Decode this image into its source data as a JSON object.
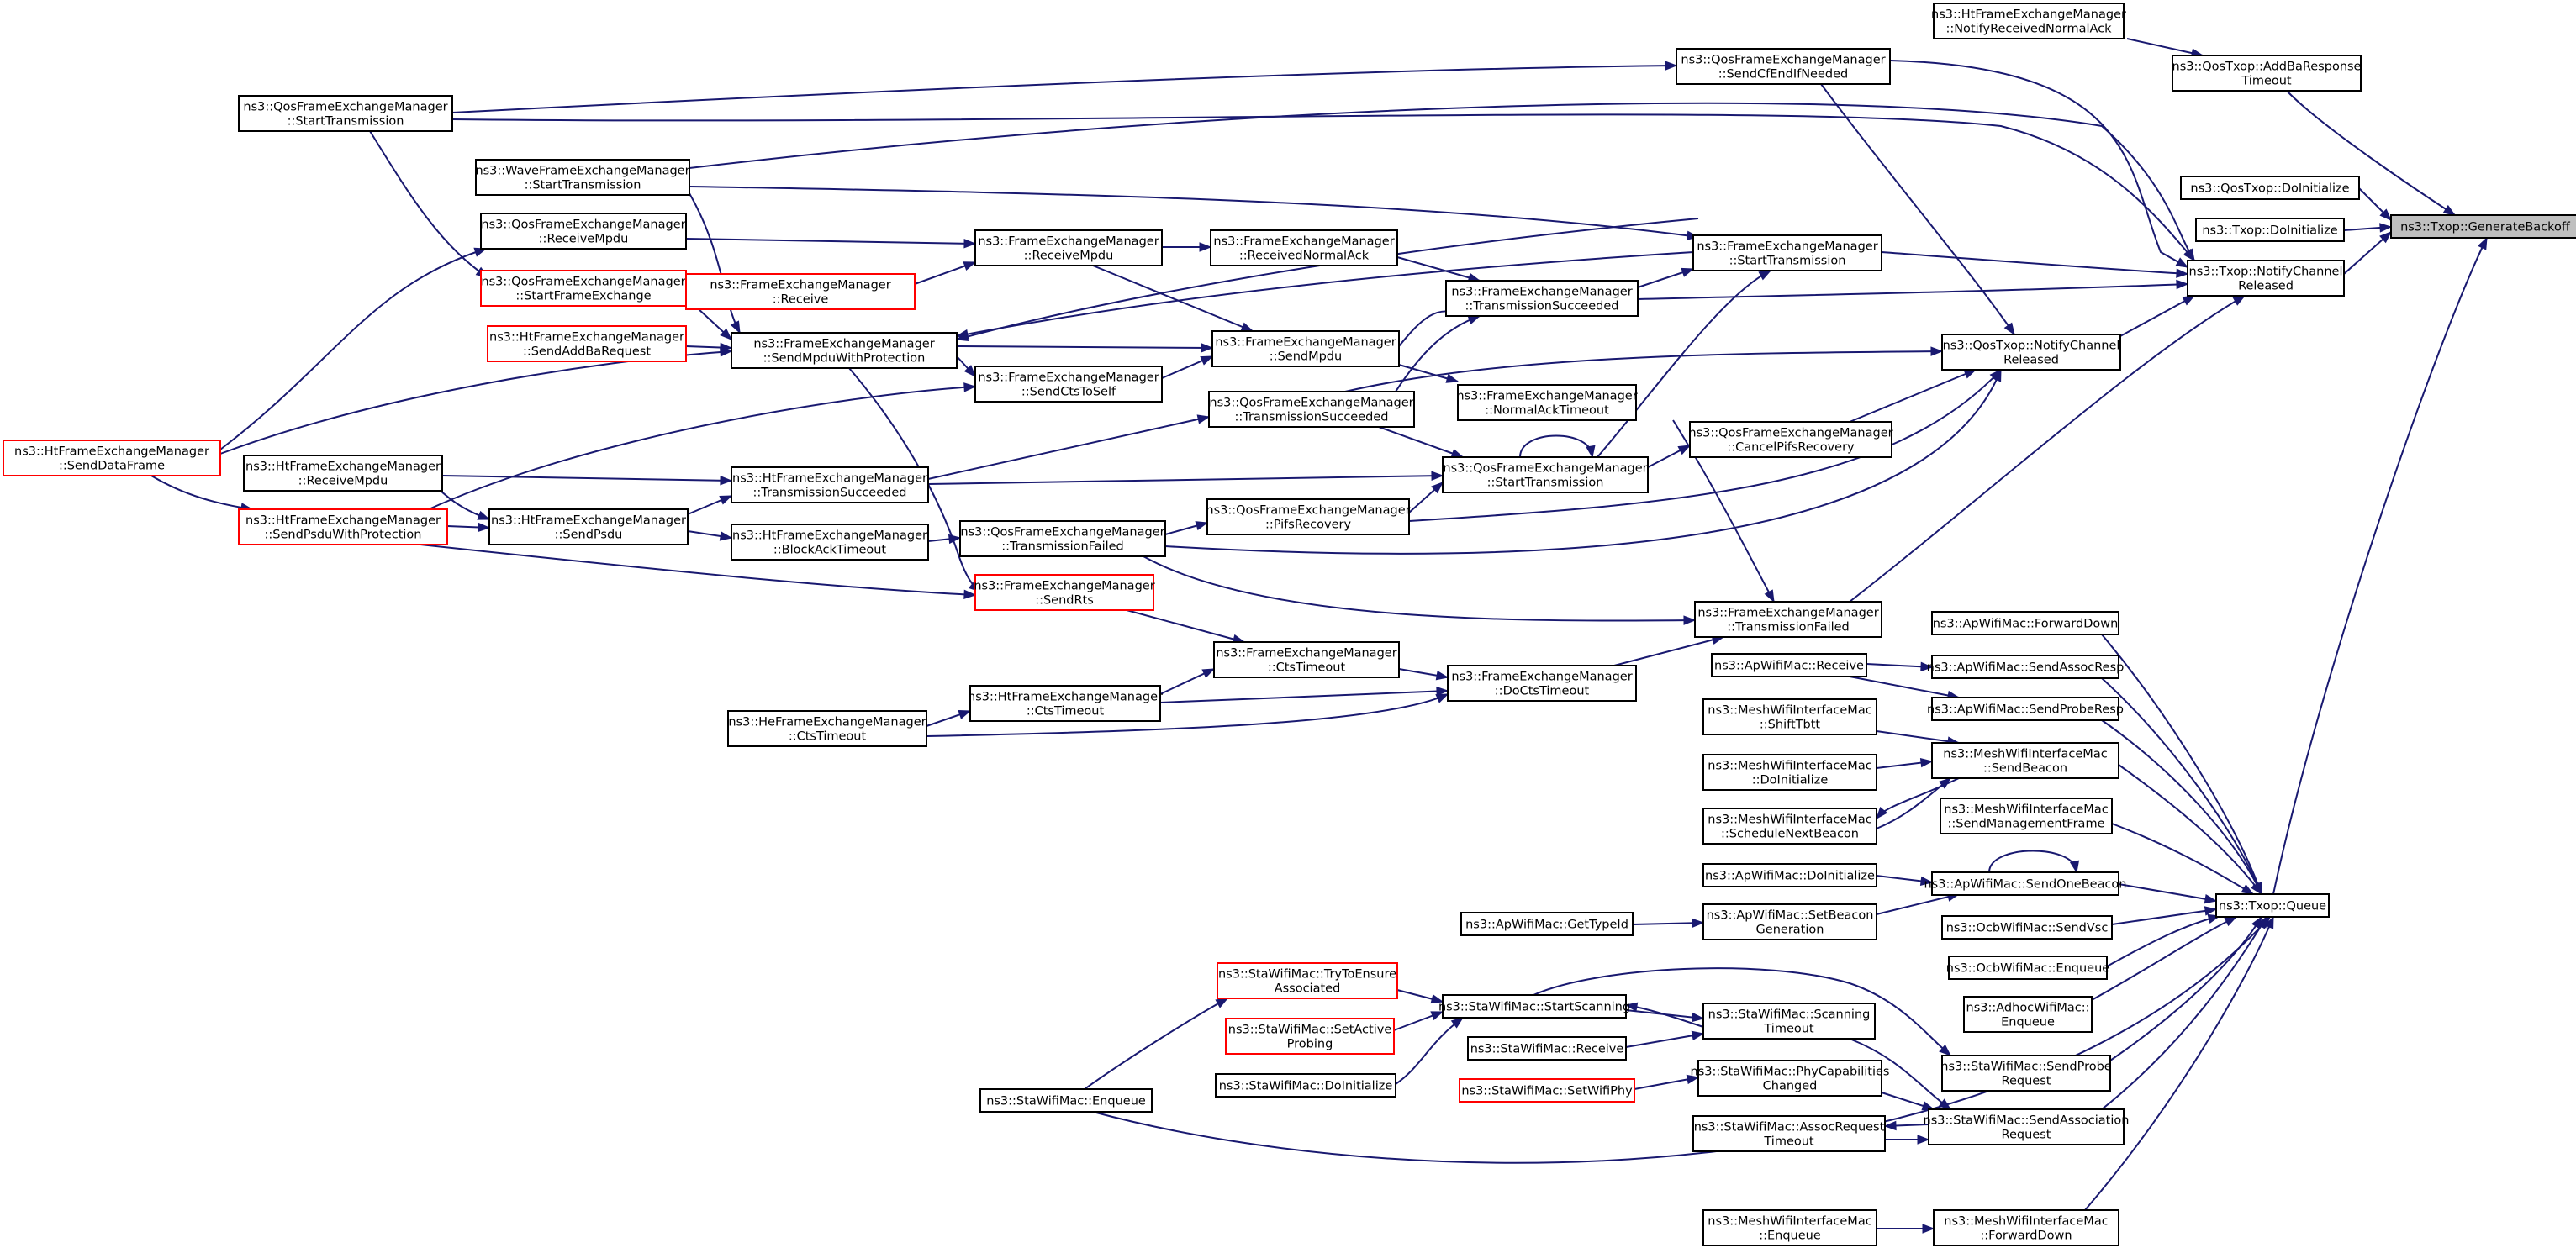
{
  "graph": {
    "focus": "ns3::Txop::GenerateBackoff",
    "nodes": [
      {
        "id": "gen",
        "lines": [
          "ns3::Txop::GenerateBackoff"
        ],
        "style": "focus"
      },
      {
        "id": "ht_nrna",
        "lines": [
          "ns3::HtFrameExchangeManager",
          "::NotifyReceivedNormalAck"
        ]
      },
      {
        "id": "qt_abrt",
        "lines": [
          "ns3::QosTxop::AddBaResponse",
          "Timeout"
        ]
      },
      {
        "id": "qt_doinit",
        "lines": [
          "ns3::QosTxop::DoInitialize"
        ]
      },
      {
        "id": "tx_doinit",
        "lines": [
          "ns3::Txop::DoInitialize"
        ]
      },
      {
        "id": "tx_ncr",
        "lines": [
          "ns3::Txop::NotifyChannel",
          "Released"
        ]
      },
      {
        "id": "qt_ncr",
        "lines": [
          "ns3::QosTxop::NotifyChannel",
          "Released"
        ]
      },
      {
        "id": "txq",
        "lines": [
          "ns3::Txop::Queue"
        ]
      },
      {
        "id": "q_cfend",
        "lines": [
          "ns3::QosFrameExchangeManager",
          "::SendCfEndIfNeeded"
        ]
      },
      {
        "id": "q_start",
        "lines": [
          "ns3::QosFrameExchangeManager",
          "::StartTransmission"
        ]
      },
      {
        "id": "w_start",
        "lines": [
          "ns3::WaveFrameExchangeManager",
          "::StartTransmission"
        ]
      },
      {
        "id": "q_rmpdu",
        "lines": [
          "ns3::QosFrameExchangeManager",
          "::ReceiveMpdu"
        ]
      },
      {
        "id": "q_sfe",
        "lines": [
          "ns3::QosFrameExchangeManager",
          "::StartFrameExchange"
        ],
        "style": "red"
      },
      {
        "id": "h_saddba",
        "lines": [
          "ns3::HtFrameExchangeManager",
          "::SendAddBaRequest"
        ],
        "style": "red"
      },
      {
        "id": "h_sdf",
        "lines": [
          "ns3::HtFrameExchangeManager",
          "::SendDataFrame"
        ],
        "style": "red"
      },
      {
        "id": "h_rmpdu",
        "lines": [
          "ns3::HtFrameExchangeManager",
          "::ReceiveMpdu"
        ]
      },
      {
        "id": "h_spwp",
        "lines": [
          "ns3::HtFrameExchangeManager",
          "::SendPsduWithProtection"
        ],
        "style": "red"
      },
      {
        "id": "h_spsdu",
        "lines": [
          "ns3::HtFrameExchangeManager",
          "::SendPsdu"
        ]
      },
      {
        "id": "f_recv",
        "lines": [
          "ns3::FrameExchangeManager",
          "::Receive"
        ],
        "style": "red"
      },
      {
        "id": "f_smwp",
        "lines": [
          "ns3::FrameExchangeManager",
          "::SendMpduWithProtection"
        ]
      },
      {
        "id": "h_ts",
        "lines": [
          "ns3::HtFrameExchangeManager",
          "::TransmissionSucceeded"
        ]
      },
      {
        "id": "h_bat",
        "lines": [
          "ns3::HtFrameExchangeManager",
          "::BlockAckTimeout"
        ]
      },
      {
        "id": "he_cts",
        "lines": [
          "ns3::HeFrameExchangeManager",
          "::CtsTimeout"
        ]
      },
      {
        "id": "f_rmpdu",
        "lines": [
          "ns3::FrameExchangeManager",
          "::ReceiveMpdu"
        ]
      },
      {
        "id": "f_scts",
        "lines": [
          "ns3::FrameExchangeManager",
          "::SendCtsToSelf"
        ]
      },
      {
        "id": "q_tf",
        "lines": [
          "ns3::QosFrameExchangeManager",
          "::TransmissionFailed"
        ]
      },
      {
        "id": "f_srts",
        "lines": [
          "ns3::FrameExchangeManager",
          "::SendRts"
        ],
        "style": "red"
      },
      {
        "id": "h_cts",
        "lines": [
          "ns3::HtFrameExchangeManager",
          "::CtsTimeout"
        ]
      },
      {
        "id": "f_rna",
        "lines": [
          "ns3::FrameExchangeManager",
          "::ReceivedNormalAck"
        ]
      },
      {
        "id": "f_smpdu",
        "lines": [
          "ns3::FrameExchangeManager",
          "::SendMpdu"
        ]
      },
      {
        "id": "q_ts",
        "lines": [
          "ns3::QosFrameExchangeManager",
          "::TransmissionSucceeded"
        ]
      },
      {
        "id": "q_pifs",
        "lines": [
          "ns3::QosFrameExchangeManager",
          "::PifsRecovery"
        ]
      },
      {
        "id": "f_cts",
        "lines": [
          "ns3::FrameExchangeManager",
          "::CtsTimeout"
        ]
      },
      {
        "id": "f_ts",
        "lines": [
          "ns3::FrameExchangeManager",
          "::TransmissionSucceeded"
        ]
      },
      {
        "id": "f_nat",
        "lines": [
          "ns3::FrameExchangeManager",
          "::NormalAckTimeout"
        ]
      },
      {
        "id": "q_st2",
        "lines": [
          "ns3::QosFrameExchangeManager",
          "::StartTransmission"
        ]
      },
      {
        "id": "f_dcts",
        "lines": [
          "ns3::FrameExchangeManager",
          "::DoCtsTimeout"
        ]
      },
      {
        "id": "f_st",
        "lines": [
          "ns3::FrameExchangeManager",
          "::StartTransmission"
        ]
      },
      {
        "id": "q_cpr",
        "lines": [
          "ns3::QosFrameExchangeManager",
          "::CancelPifsRecovery"
        ]
      },
      {
        "id": "f_tf",
        "lines": [
          "ns3::FrameExchangeManager",
          "::TransmissionFailed"
        ]
      },
      {
        "id": "ap_recv",
        "lines": [
          "ns3::ApWifiMac::Receive"
        ]
      },
      {
        "id": "ap_fd",
        "lines": [
          "ns3::ApWifiMac::ForwardDown"
        ]
      },
      {
        "id": "ap_sar",
        "lines": [
          "ns3::ApWifiMac::SendAssocResp"
        ]
      },
      {
        "id": "ap_spr",
        "lines": [
          "ns3::ApWifiMac::SendProbeResp"
        ]
      },
      {
        "id": "m_stbtt",
        "lines": [
          "ns3::MeshWifiInterfaceMac",
          "::ShiftTbtt"
        ]
      },
      {
        "id": "m_doinit",
        "lines": [
          "ns3::MeshWifiInterfaceMac",
          "::DoInitialize"
        ]
      },
      {
        "id": "m_snb",
        "lines": [
          "ns3::MeshWifiInterfaceMac",
          "::ScheduleNextBeacon"
        ]
      },
      {
        "id": "m_sb",
        "lines": [
          "ns3::MeshWifiInterfaceMac",
          "::SendBeacon"
        ]
      },
      {
        "id": "m_smf",
        "lines": [
          "ns3::MeshWifiInterfaceMac",
          "::SendManagementFrame"
        ]
      },
      {
        "id": "ap_doinit",
        "lines": [
          "ns3::ApWifiMac::DoInitialize"
        ]
      },
      {
        "id": "ap_sob",
        "lines": [
          "ns3::ApWifiMac::SendOneBeacon"
        ]
      },
      {
        "id": "ap_gti",
        "lines": [
          "ns3::ApWifiMac::GetTypeId"
        ]
      },
      {
        "id": "ap_sbg",
        "lines": [
          "ns3::ApWifiMac::SetBeacon",
          "Generation"
        ]
      },
      {
        "id": "ocb_vsc",
        "lines": [
          "ns3::OcbWifiMac::SendVsc"
        ]
      },
      {
        "id": "ocb_enq",
        "lines": [
          "ns3::OcbWifiMac::Enqueue"
        ]
      },
      {
        "id": "adhoc_enq",
        "lines": [
          "ns3::AdhocWifiMac::",
          "Enqueue"
        ]
      },
      {
        "id": "sta_ttea",
        "lines": [
          "ns3::StaWifiMac::TryToEnsure",
          "Associated"
        ],
        "style": "red"
      },
      {
        "id": "sta_sap",
        "lines": [
          "ns3::StaWifiMac::SetActive",
          "Probing"
        ],
        "style": "red"
      },
      {
        "id": "sta_doinit",
        "lines": [
          "ns3::StaWifiMac::DoInitialize"
        ]
      },
      {
        "id": "sta_ss",
        "lines": [
          "ns3::StaWifiMac::StartScanning"
        ]
      },
      {
        "id": "sta_recv",
        "lines": [
          "ns3::StaWifiMac::Receive"
        ]
      },
      {
        "id": "sta_st",
        "lines": [
          "ns3::StaWifiMac::Scanning",
          "Timeout"
        ]
      },
      {
        "id": "sta_swp",
        "lines": [
          "ns3::StaWifiMac::SetWifiPhy"
        ],
        "style": "red"
      },
      {
        "id": "sta_pcc",
        "lines": [
          "ns3::StaWifiMac::PhyCapabilities",
          "Changed"
        ]
      },
      {
        "id": "sta_art",
        "lines": [
          "ns3::StaWifiMac::AssocRequest",
          "Timeout"
        ]
      },
      {
        "id": "sta_spr",
        "lines": [
          "ns3::StaWifiMac::SendProbe",
          "Request"
        ]
      },
      {
        "id": "sta_sar",
        "lines": [
          "ns3::StaWifiMac::SendAssociation",
          "Request"
        ]
      },
      {
        "id": "sta_enq",
        "lines": [
          "ns3::StaWifiMac::Enqueue"
        ]
      },
      {
        "id": "m_enq",
        "lines": [
          "ns3::MeshWifiInterfaceMac",
          "::Enqueue"
        ]
      },
      {
        "id": "m_fd",
        "lines": [
          "ns3::MeshWifiInterfaceMac",
          "::ForwardDown"
        ]
      }
    ],
    "edges": [
      {
        "from": "ht_nrna",
        "to": "qt_abrt"
      },
      {
        "from": "qt_abrt",
        "to": "gen"
      },
      {
        "from": "qt_doinit",
        "to": "gen"
      },
      {
        "from": "tx_doinit",
        "to": "gen"
      },
      {
        "from": "tx_ncr",
        "to": "gen"
      },
      {
        "from": "txq",
        "to": "gen"
      },
      {
        "from": "q_start",
        "to": "q_cfend"
      },
      {
        "from": "q_cfend",
        "to": "tx_ncr"
      },
      {
        "from": "q_cfend",
        "to": "qt_ncr"
      },
      {
        "from": "q_start",
        "to": "tx_ncr"
      },
      {
        "from": "w_start",
        "to": "tx_ncr"
      },
      {
        "from": "w_start",
        "to": "f_st"
      },
      {
        "from": "w_start",
        "to": "f_smwp"
      },
      {
        "from": "q_start",
        "to": "q_sfe"
      },
      {
        "from": "h_sdf",
        "to": "q_rmpdu"
      },
      {
        "from": "q_rmpdu",
        "to": "f_rmpdu"
      },
      {
        "from": "f_recv",
        "to": "f_rmpdu"
      },
      {
        "from": "q_sfe",
        "to": "f_smwp"
      },
      {
        "from": "h_saddba",
        "to": "f_smwp"
      },
      {
        "from": "h_sdf",
        "to": "f_smwp"
      },
      {
        "from": "h_sdf",
        "to": "h_spwp"
      },
      {
        "from": "h_rmpdu",
        "to": "h_spsdu"
      },
      {
        "from": "h_spwp",
        "to": "h_spsdu"
      },
      {
        "from": "h_spsdu",
        "to": "h_bat"
      },
      {
        "from": "h_spsdu",
        "to": "h_ts"
      },
      {
        "from": "h_rmpdu",
        "to": "h_ts"
      },
      {
        "from": "f_smwp",
        "to": "f_smpdu"
      },
      {
        "from": "f_smwp",
        "to": "f_scts"
      },
      {
        "from": "f_smwp",
        "to": "f_srts"
      },
      {
        "from": "f_st",
        "to": "f_smwp"
      },
      {
        "from": "f_scts",
        "to": "f_smpdu"
      },
      {
        "from": "h_spwp",
        "to": "f_scts"
      },
      {
        "from": "h_ts",
        "to": "q_ts"
      },
      {
        "from": "h_ts",
        "to": "q_st2"
      },
      {
        "from": "h_bat",
        "to": "q_tf"
      },
      {
        "from": "q_tf",
        "to": "q_pifs"
      },
      {
        "from": "q_tf",
        "to": "qt_ncr"
      },
      {
        "from": "h_spwp",
        "to": "f_srts"
      },
      {
        "from": "f_srts",
        "to": "f_cts"
      },
      {
        "from": "he_cts",
        "to": "h_cts"
      },
      {
        "from": "h_cts",
        "to": "f_cts"
      },
      {
        "from": "he_cts",
        "to": "f_dcts"
      },
      {
        "from": "h_cts",
        "to": "f_dcts"
      },
      {
        "from": "f_cts",
        "to": "f_dcts"
      },
      {
        "from": "f_rmpdu",
        "to": "f_rna"
      },
      {
        "from": "f_rmpdu",
        "to": "f_smpdu"
      },
      {
        "from": "f_rna",
        "to": "f_ts"
      },
      {
        "from": "f_smpdu",
        "to": "f_ts"
      },
      {
        "from": "f_smpdu",
        "to": "f_nat"
      },
      {
        "from": "q_ts",
        "to": "f_ts"
      },
      {
        "from": "q_ts",
        "to": "qt_ncr"
      },
      {
        "from": "q_ts",
        "to": "q_st2"
      },
      {
        "from": "f_ts",
        "to": "f_st"
      },
      {
        "from": "f_ts",
        "to": "tx_ncr"
      },
      {
        "from": "q_pifs",
        "to": "q_st2"
      },
      {
        "from": "q_pifs",
        "to": "qt_ncr"
      },
      {
        "from": "q_st2",
        "to": "q_st2"
      },
      {
        "from": "q_st2",
        "to": "q_cpr"
      },
      {
        "from": "q_st2",
        "to": "f_st"
      },
      {
        "from": "q_cpr",
        "to": "qt_ncr"
      },
      {
        "from": "f_dcts",
        "to": "f_tf"
      },
      {
        "from": "f_nat",
        "to": "f_tf"
      },
      {
        "from": "q_tf",
        "to": "f_tf"
      },
      {
        "from": "f_tf",
        "to": "tx_ncr"
      },
      {
        "from": "f_st",
        "to": "tx_ncr"
      },
      {
        "from": "qt_ncr",
        "to": "tx_ncr"
      },
      {
        "from": "qt_ncr",
        "to": "f_smwp"
      },
      {
        "from": "ap_recv",
        "to": "ap_sar"
      },
      {
        "from": "ap_recv",
        "to": "ap_spr"
      },
      {
        "from": "ap_fd",
        "to": "txq"
      },
      {
        "from": "ap_sar",
        "to": "txq"
      },
      {
        "from": "ap_spr",
        "to": "txq"
      },
      {
        "from": "m_stbtt",
        "to": "m_sb"
      },
      {
        "from": "m_doinit",
        "to": "m_sb"
      },
      {
        "from": "m_sb",
        "to": "m_snb"
      },
      {
        "from": "m_snb",
        "to": "m_sb"
      },
      {
        "from": "m_sb",
        "to": "txq"
      },
      {
        "from": "m_smf",
        "to": "txq"
      },
      {
        "from": "ap_doinit",
        "to": "ap_sob"
      },
      {
        "from": "ap_sob",
        "to": "ap_sob"
      },
      {
        "from": "ap_gti",
        "to": "ap_sbg"
      },
      {
        "from": "ap_sbg",
        "to": "ap_sob"
      },
      {
        "from": "ap_sob",
        "to": "txq"
      },
      {
        "from": "ocb_vsc",
        "to": "txq"
      },
      {
        "from": "ocb_enq",
        "to": "txq"
      },
      {
        "from": "adhoc_enq",
        "to": "txq"
      },
      {
        "from": "sta_enq",
        "to": "sta_ttea"
      },
      {
        "from": "sta_ttea",
        "to": "sta_ss"
      },
      {
        "from": "sta_sap",
        "to": "sta_ss"
      },
      {
        "from": "sta_doinit",
        "to": "sta_ss"
      },
      {
        "from": "sta_ss",
        "to": "sta_st"
      },
      {
        "from": "sta_st",
        "to": "sta_ss"
      },
      {
        "from": "sta_recv",
        "to": "sta_st"
      },
      {
        "from": "sta_ss",
        "to": "sta_spr"
      },
      {
        "from": "sta_swp",
        "to": "sta_pcc"
      },
      {
        "from": "sta_pcc",
        "to": "sta_sar"
      },
      {
        "from": "sta_st",
        "to": "sta_sar"
      },
      {
        "from": "sta_art",
        "to": "sta_sar"
      },
      {
        "from": "sta_sar",
        "to": "sta_art"
      },
      {
        "from": "sta_spr",
        "to": "txq"
      },
      {
        "from": "sta_sar",
        "to": "txq"
      },
      {
        "from": "sta_enq",
        "to": "txq"
      },
      {
        "from": "m_enq",
        "to": "m_fd"
      },
      {
        "from": "m_fd",
        "to": "txq"
      }
    ]
  }
}
